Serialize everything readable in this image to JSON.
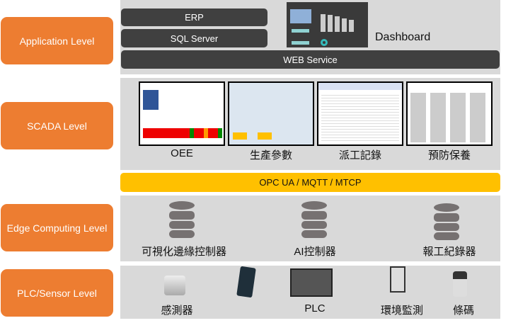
{
  "levels": {
    "application": "Application Level",
    "scada": "SCADA Level",
    "edge": "Edge Computing Level",
    "plc": "PLC/Sensor Level"
  },
  "application": {
    "erp": "ERP",
    "sql": "SQL Server",
    "web": "WEB Service",
    "dashboard": "Dashboard"
  },
  "scada": {
    "screens": [
      "OEE",
      "生產參數",
      "派工記錄",
      "預防保養"
    ]
  },
  "protocol": "OPC UA / MQTT / MTCP",
  "edge": {
    "devices": [
      "可視化邊緣控制器",
      "AI控制器",
      "報工紀錄器"
    ]
  },
  "plc": {
    "devices": [
      "感測器",
      "PLC",
      "環境監測",
      "條碼"
    ]
  },
  "colors": {
    "orange": "#ed7d31",
    "yellow": "#ffc000",
    "dark": "#404040",
    "panel": "#d9d9d9",
    "db": "#767171"
  }
}
